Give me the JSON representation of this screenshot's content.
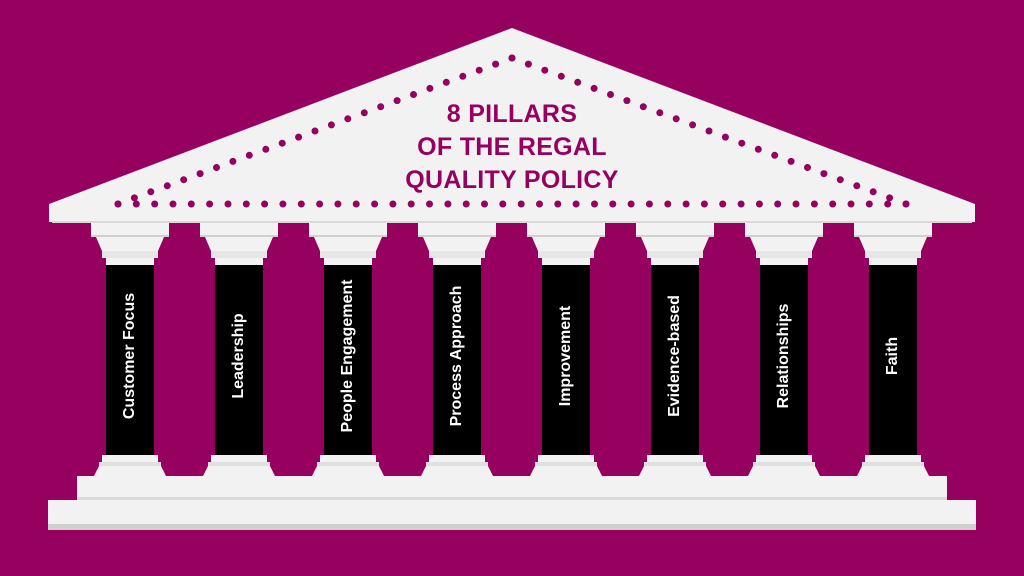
{
  "title_lines": [
    "8 PILLARS",
    "OF THE REGAL",
    "QUALITY POLICY"
  ],
  "pillars": [
    "Customer Focus",
    "Leadership",
    "People Engagement",
    "Process Approach",
    "Improvement",
    "Evidence-based",
    "Relationships",
    "Faith"
  ],
  "colors": {
    "background": "#96005f",
    "marble": "#f2f2f2",
    "column_shaft": "#000000",
    "accent_text": "#96005f"
  }
}
